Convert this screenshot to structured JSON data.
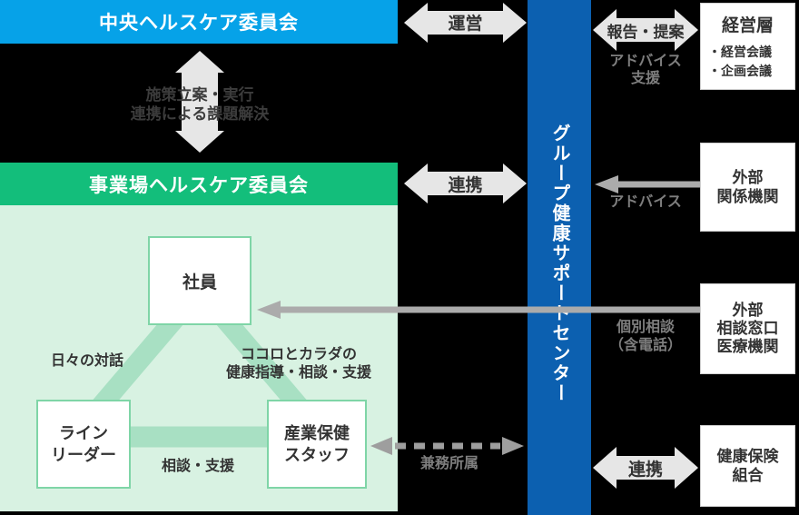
{
  "colors": {
    "background": "#000000",
    "central_header": "#06A2E8",
    "worksite_header": "#13BE7B",
    "panel_green": "#D8F2E2",
    "triangle_band": "#A8E0C3",
    "panel_box_border": "#7FD5A7",
    "support_bar": "#0C60B0",
    "double_arrow": "#E6E6E6",
    "solid_arrow": "#ABABAB",
    "gray_label": "#7E7E7E",
    "dark_text": "#333333"
  },
  "left_column": {
    "central_committee": "中央ヘルスケア委員会",
    "policy_arrow": {
      "line1": "施策立案・実行",
      "line2": "連携による課題解決"
    },
    "worksite_committee": "事業場ヘルスケア委員会",
    "triangle": {
      "employee": "社員",
      "line_leader": {
        "line1": "ライン",
        "line2": "リーダー"
      },
      "occupational_health_staff": {
        "line1": "産業保健",
        "line2": "スタッフ"
      },
      "daily_dialogue": "日々の対話",
      "health_guidance": {
        "line1": "ココロとカラダの",
        "line2": "健康指導・相談・支援"
      },
      "consultation_support": "相談・支援"
    }
  },
  "center_column": {
    "support_center": "グループ健康サポートセンター",
    "operation_arrow": "運営",
    "cooperation_arrow": "連携",
    "concurrent_affiliation": "兼務所属"
  },
  "right_column": {
    "report_proposal_arrow": "報告・提案",
    "advice_support": {
      "line1": "アドバイス",
      "line2": "支援"
    },
    "management": {
      "title": "経営層",
      "item1": "・経営会議",
      "item2": "・企画会議"
    },
    "external_related_orgs": {
      "line1": "外部",
      "line2": "関係機関"
    },
    "advice_label": "アドバイス",
    "individual_consultation": {
      "line1": "個別相談",
      "line2": "（含電話）"
    },
    "external_consultation": {
      "line1": "外部",
      "line2": "相談窓口",
      "line3": "医療機関"
    },
    "cooperation_arrow": "連携",
    "health_insurance": {
      "line1": "健康保険",
      "line2": "組合"
    }
  }
}
